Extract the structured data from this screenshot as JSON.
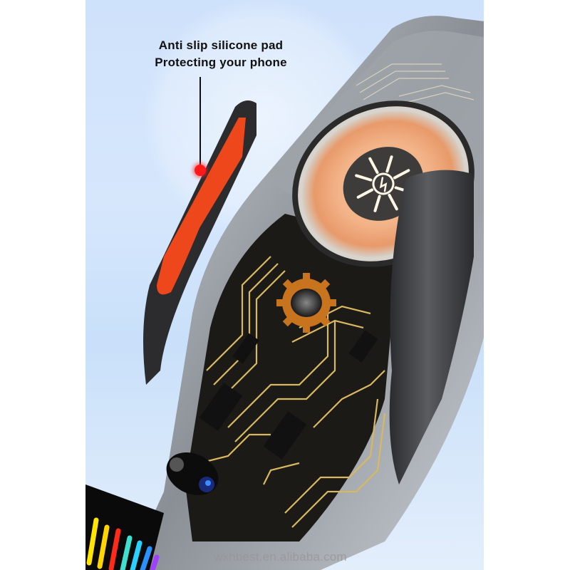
{
  "image": {
    "description": "Product render of a wireless charging car phone holder with transparent circuit-board housing",
    "background_color": "#cfe2fb"
  },
  "callout": {
    "line1": "Anti slip silicone pad",
    "line2": "Protecting your phone",
    "marker_color": "#ff1a1a"
  },
  "parts": {
    "silicone_pad_color": "#ff4a1a",
    "coil_color": "#e8a070",
    "trace_color": "#d8b860",
    "gear_color": "#c8731e",
    "charging_icon": "lightning-sun-icon",
    "rgb_light_colors": [
      "#ffe500",
      "#ffd400",
      "#ff2a1a",
      "#3fe0d0",
      "#2ad0ff",
      "#2a90ff",
      "#a040ff"
    ]
  },
  "watermark": {
    "text": "wxhbest.en.alibaba.com"
  }
}
